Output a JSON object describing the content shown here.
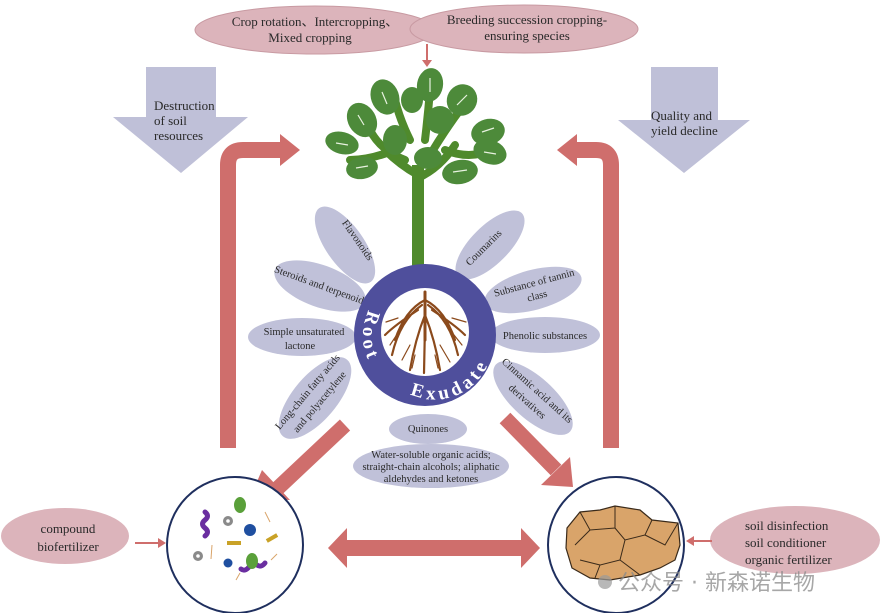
{
  "diagram": {
    "top_boxes": [
      {
        "id": "crop-rotation",
        "lines": [
          "Crop rotation、Intercropping、",
          "Mixed cropping"
        ]
      },
      {
        "id": "breeding",
        "lines": [
          "Breeding succession cropping-",
          "ensuring species"
        ]
      }
    ],
    "down_arrows": [
      {
        "id": "destruction",
        "lines": [
          "Destruction",
          "of soil",
          "resources"
        ]
      },
      {
        "id": "quality",
        "lines": [
          "Quality and",
          "yield decline"
        ]
      }
    ],
    "center": {
      "label_word1": "Root",
      "label_word2": "Exudate"
    },
    "petals": [
      {
        "id": "flavonoids",
        "lines": [
          "Flavonoids"
        ]
      },
      {
        "id": "coumarins",
        "lines": [
          "Coumarins"
        ]
      },
      {
        "id": "steroids",
        "lines": [
          "Steroids and terpenoid"
        ]
      },
      {
        "id": "tannin",
        "lines": [
          "Substance of tannin",
          "class"
        ]
      },
      {
        "id": "lactone",
        "lines": [
          "Simple unsaturated",
          "lactone"
        ]
      },
      {
        "id": "phenolic",
        "lines": [
          "Phenolic substances"
        ]
      },
      {
        "id": "fatty-acids",
        "lines": [
          "Long-chain fatty acids",
          "and polyacetylene"
        ]
      },
      {
        "id": "cinnamic",
        "lines": [
          "Cinnamic acid and its",
          "derivatives"
        ]
      },
      {
        "id": "quinones",
        "lines": [
          "Quinones"
        ]
      },
      {
        "id": "water-soluble",
        "lines": [
          "Water-soluble organic acids;",
          "straight-chain alcohols; aliphatic",
          "aldehydes and ketones"
        ]
      }
    ],
    "side_boxes": [
      {
        "id": "biofertilizer",
        "lines": [
          "compound",
          "biofertilizer"
        ]
      },
      {
        "id": "soil-treatment",
        "lines": [
          "soil disinfection",
          "soil conditioner",
          "organic fertilizer"
        ]
      }
    ],
    "watermark": "公众号 · 新森诺生物"
  },
  "colors": {
    "pink_fill": "#dcb4bb",
    "pink_stroke": "#c89aa2",
    "lavender_fill": "#c0c1d9",
    "lavender_arrow": "#bfc0d8",
    "red_arrow": "#cf6e6c",
    "root_ring": "#4f4f9c",
    "leaf_green": "#4d8a3a",
    "stem_green": "#4f8a2c",
    "root_brown": "#8b4a1c",
    "soil": "#d9a46a",
    "circle_stroke": "#1f2f5e"
  }
}
